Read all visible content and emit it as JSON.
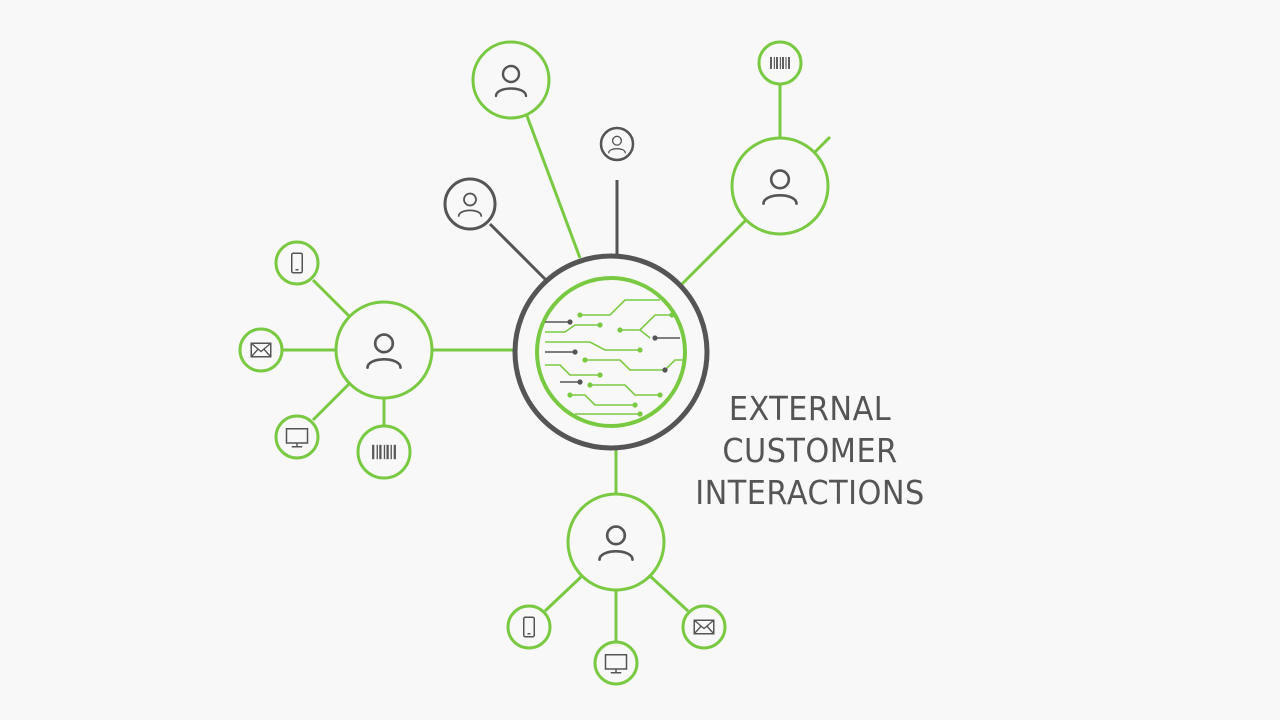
{
  "colors": {
    "green": "#7ac943",
    "dark": "#555555",
    "background": "#f8f8f8",
    "text": "#555555"
  },
  "title_lines": [
    "EXTERNAL",
    "CUSTOMER",
    "INTERACTIONS"
  ],
  "center": {
    "icon": "circuit-board-icon"
  },
  "nodes": {
    "customer_top": {
      "icon": "person-icon"
    },
    "customer_top_small": {
      "icon": "person-icon"
    },
    "customer_mid_left_small": {
      "icon": "person-icon"
    },
    "customer_top_right": {
      "icon": "person-icon"
    },
    "customer_left": {
      "icon": "person-icon"
    },
    "customer_bottom": {
      "icon": "person-icon"
    }
  },
  "channels": {
    "top_right_barcode": "barcode-icon",
    "left_phone": "mobile-phone-icon",
    "left_email": "envelope-icon",
    "left_desktop": "monitor-icon",
    "left_barcode": "barcode-icon",
    "bottom_phone": "mobile-phone-icon",
    "bottom_desktop": "monitor-icon",
    "bottom_email": "envelope-icon"
  }
}
